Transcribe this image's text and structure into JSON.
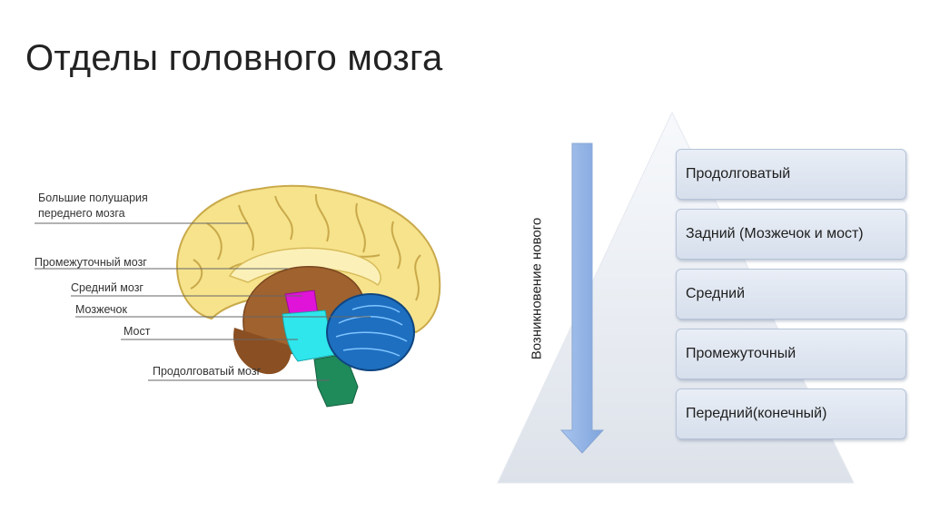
{
  "title": "Отделы головного мозга",
  "brain_labels": [
    "Большие полушария\nпереднего мозга",
    "Промежуточный мозг",
    "Средний мозг",
    "Мозжечок",
    "Мост",
    "Продолговатый мозг"
  ],
  "arrow_label": "Возникновение нового",
  "levels": [
    "Продолговатый",
    "Задний (Мозжечок и мост)",
    "Средний",
    "Промежуточный",
    "Передний(конечный)"
  ],
  "colors": {
    "cortex": "#f6e38c",
    "diencephalon": "#a0622e",
    "midbrain": "#e014d8",
    "pons": "#2ee6ec",
    "cerebellum": "#1e6fc0",
    "medulla": "#1f8a5a",
    "arrow": "#8fb2e6",
    "box": "#dde5f0"
  }
}
